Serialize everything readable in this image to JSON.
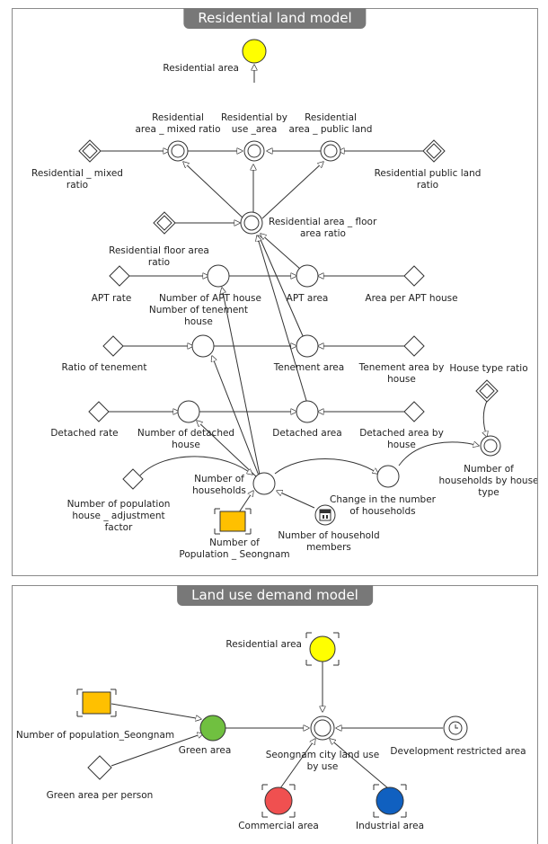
{
  "residential_model": {
    "title": "Residential land model",
    "residential_area": "Residential area",
    "res_mixed_ratio": [
      "Residential",
      "area _ mixed ratio"
    ],
    "res_by_use": [
      "Residential by",
      "use _area"
    ],
    "res_public": [
      "Residential",
      "area _ public land"
    ],
    "residential_mixed_ratio": [
      "Residential _ mixed",
      "ratio"
    ],
    "residential_public_land_ratio": [
      "Residential public land",
      "ratio"
    ],
    "res_floor_ratio": [
      "Residential area _ floor",
      "area ratio"
    ],
    "residential_floor_area_ratio": [
      "Residential floor area",
      "ratio"
    ],
    "apt_rate": "APT rate",
    "number_apt_house": "Number of APT house",
    "apt_area": "APT area",
    "area_per_apt": "Area per APT house",
    "number_tenement_house": [
      "Number of tenement",
      "house"
    ],
    "ratio_of_tenement": "Ratio of tenement",
    "tenement_area": "Tenement area",
    "tenement_area_by_house": [
      "Tenement area by",
      "house"
    ],
    "house_type_ratio": "House type ratio",
    "detached_rate": "Detached rate",
    "number_detached_house": [
      "Number of detached",
      "house"
    ],
    "detached_area": "Detached area",
    "detached_area_by_house": [
      "Detached area by",
      "house"
    ],
    "number_of_households": [
      "Number of",
      "households"
    ],
    "change_households": [
      "Change in the number",
      "of households"
    ],
    "households_by_type": [
      "Number of",
      "households by house",
      "type"
    ],
    "pop_adjust": [
      "Number of population",
      "house _ adjustment",
      "factor"
    ],
    "number_of_population": [
      "Number of",
      "Population _ Seongnam"
    ],
    "household_members": [
      "Number of household",
      "members"
    ]
  },
  "land_use_model": {
    "title": "Land use demand model",
    "residential_area": "Residential area",
    "number_population": "Number of population_Seongnam",
    "green_area": "Green area",
    "city_land_use": [
      "Seongnam city land use",
      "by use"
    ],
    "development_restricted": "Development restricted area",
    "green_per_person": "Green area per person",
    "commercial_area": "Commercial area",
    "industrial_area": "Industrial area"
  },
  "colors": {
    "residential": "#ffff00",
    "population": "#ffc000",
    "green": "#70c040",
    "commercial": "#f05050",
    "industrial": "#1060c0"
  }
}
